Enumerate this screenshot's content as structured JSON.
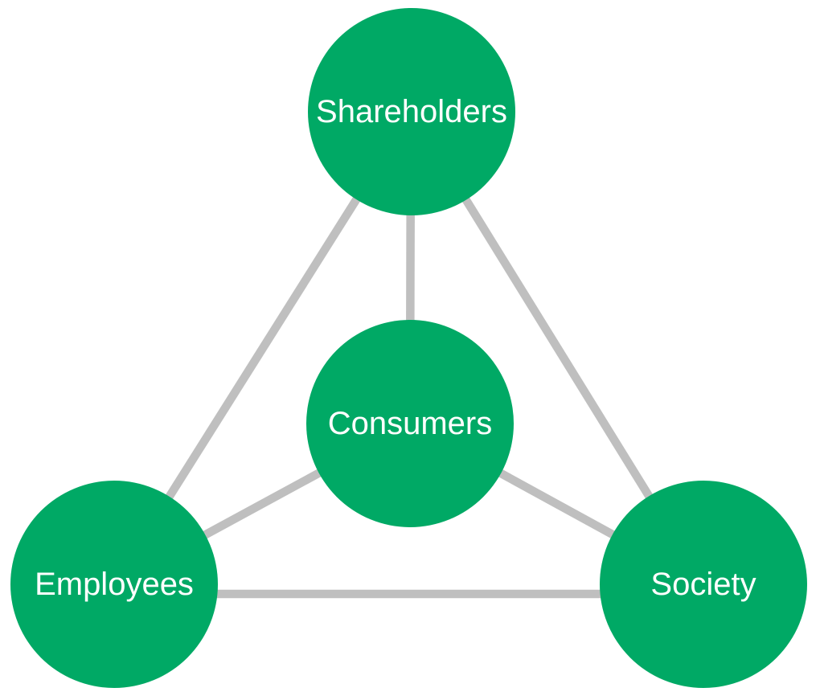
{
  "diagram": {
    "type": "network",
    "description": "Four stakeholder groups connected in a fully linked triangle-with-center layout",
    "nodes": [
      {
        "id": "shareholders",
        "label": "Shareholders"
      },
      {
        "id": "consumers",
        "label": "Consumers"
      },
      {
        "id": "employees",
        "label": "Employees"
      },
      {
        "id": "society",
        "label": "Society"
      }
    ],
    "edges": [
      [
        "shareholders",
        "consumers"
      ],
      [
        "shareholders",
        "employees"
      ],
      [
        "shareholders",
        "society"
      ],
      [
        "consumers",
        "employees"
      ],
      [
        "consumers",
        "society"
      ],
      [
        "employees",
        "society"
      ]
    ]
  },
  "colors": {
    "node_fill": "#00a965",
    "edge_stroke": "#bfbfbf",
    "label_text": "#ffffff",
    "background": "#ffffff"
  }
}
